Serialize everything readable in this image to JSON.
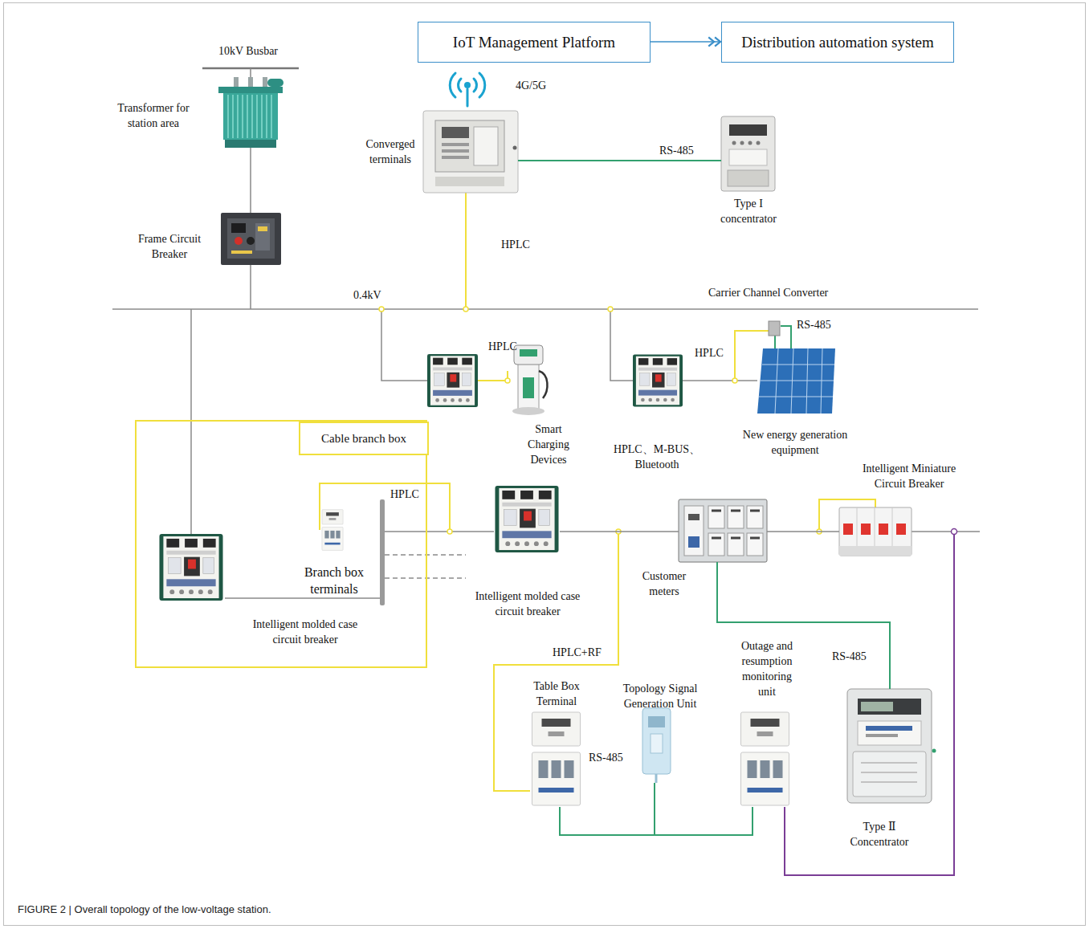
{
  "diagram": {
    "caption": "FIGURE 2 | Overall topology of the low-voltage station.",
    "nodes": [
      {
        "text": [
          "IoT Management Platform"
        ]
      },
      {
        "text": [
          "Distribution automation system"
        ]
      },
      {
        "text": [
          "Transformer for station area"
        ]
      },
      {
        "text": [
          "Converged terminals"
        ]
      },
      {
        "text": [
          "Type I concentrator"
        ]
      },
      {
        "text": [
          "Frame Circuit Breaker"
        ]
      },
      {
        "text": [
          "Cable branch box"
        ]
      },
      {
        "text": [
          "Intelligent molded case circuit breaker"
        ],
        "in": 6
      },
      {
        "text": [
          "Branch box terminals"
        ],
        "in": 6
      },
      {
        "text": [
          "Smart Charging Devices"
        ]
      },
      {
        "text": [
          "New energy generation equipment"
        ]
      },
      {
        "text": [
          "Intelligent molded case circuit breaker"
        ]
      },
      {
        "text": [
          "Customer meters"
        ]
      },
      {
        "text": [
          "Intelligent Miniature Circuit Breaker"
        ]
      },
      {
        "text": [
          "Table Box Terminal"
        ]
      },
      {
        "text": [
          "Topology Signal Generation Unit"
        ]
      },
      {
        "text": [
          "Outage and resumption monitoring unit"
        ]
      },
      {
        "text": [
          "Type Ⅱ Concentrator"
        ]
      }
    ],
    "edges": [
      {
        "from": 0,
        "to": 1,
        "arrow": "to"
      },
      {
        "from": 3,
        "to": 4,
        "label": "RS-485",
        "arrow": "none"
      },
      {
        "from": 2,
        "to": 5,
        "arrow": "none"
      },
      {
        "from": 11,
        "to": 12,
        "arrow": "none"
      },
      {
        "from": 12,
        "to": 13,
        "arrow": "none"
      },
      {
        "from": 12,
        "to": 17,
        "label": "RS-485",
        "arrow": "none"
      },
      {
        "from": 14,
        "to": 15,
        "arrow": "none"
      },
      {
        "from": 15,
        "to": 16,
        "arrow": "none"
      }
    ],
    "labels": [
      "10kV Busbar",
      "4G/5G",
      "HPLC",
      "0.4kV",
      "Carrier Channel Converter",
      "HPLC",
      "RS-485",
      "HPLC、M-BUS、Bluetooth",
      "HPLC",
      "HPLC",
      "HPLC+RF",
      "RS-485"
    ]
  }
}
